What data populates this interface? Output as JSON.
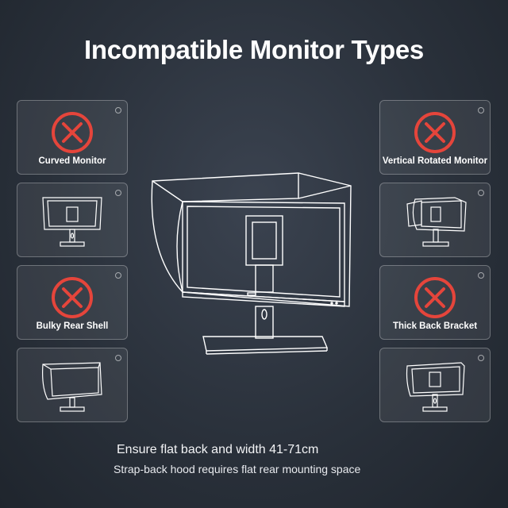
{
  "title": "Incompatible Monitor Types",
  "cards": {
    "curved": {
      "label": "Curved Monitor"
    },
    "vertical": {
      "label": "Vertical Rotated Monitor"
    },
    "bulky": {
      "label": "Bulky Rear Shell"
    },
    "bracket": {
      "label": "Thick Back Bracket"
    }
  },
  "notes": {
    "line1": "Ensure flat back and width 41-71cm",
    "line2": "Strap-back hood requires flat rear mounting space"
  },
  "colors": {
    "background": "#2a313b",
    "x_icon": "#e5453b",
    "line_art": "#ffffff"
  },
  "icons": [
    "x-circle-icon",
    "monitor-back-icon",
    "monitor-with-hood-icon"
  ]
}
